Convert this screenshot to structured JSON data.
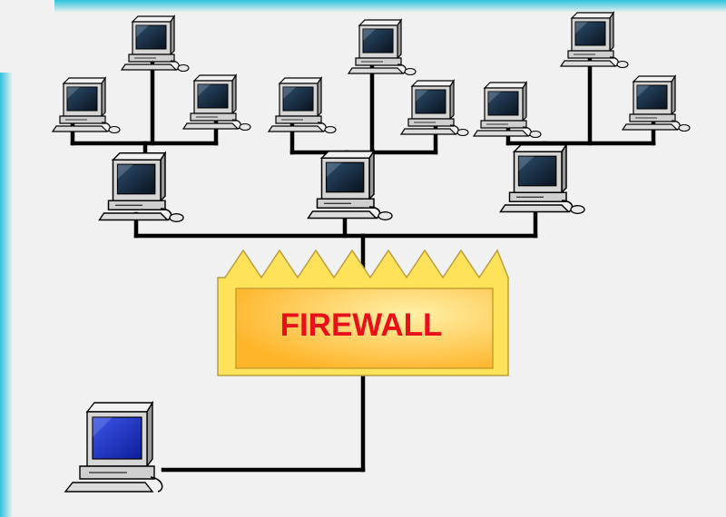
{
  "firewall": {
    "label": "FIREWALL",
    "label_color": "#e8101a",
    "outer_fill": "#fde25a",
    "inner_fill_center": "#fff1a8",
    "inner_fill_edge": "#ffb52a",
    "border_color": "#b8a040"
  },
  "colors": {
    "background": "#f1f1f1",
    "frame_accent": "#2cc4dc",
    "wire": "#000000",
    "screen_dark": "#0d2a48",
    "screen_blue": "#1c2fc0",
    "case_grey": "#cfcfcf"
  },
  "computers": {
    "branch_groups": 3,
    "per_branch": 4,
    "isolated": 1,
    "icon": "desktop-computer-icon"
  }
}
